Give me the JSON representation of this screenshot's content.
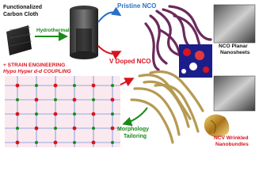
{
  "labels": {
    "functionalized": "Functionalized",
    "carbon_cloth": "Carbon Cloth",
    "hydrothermal": "Hydrothermal",
    "pristine": "Pristine NCO",
    "v_doped": "V Doped NCO",
    "strain": "+ STRAIN ENGINEERING",
    "hypo": "Hypo Hyper d-d COUPLING",
    "nco_planar": "NCO Planar",
    "nanosheets": "Nanosheets",
    "ncv_wrinkled": "NCV Wrinkled",
    "nanobundles": "Nanobundles",
    "morphology": "Morphology",
    "tailoring": "Tailoring"
  },
  "colors": {
    "green": "#1a8a1a",
    "red": "#d8141e",
    "blue": "#2a6fc9",
    "purple_fiber": "#6b2a5c",
    "gold_fiber": "#b59a52",
    "black_label": "#111111"
  }
}
